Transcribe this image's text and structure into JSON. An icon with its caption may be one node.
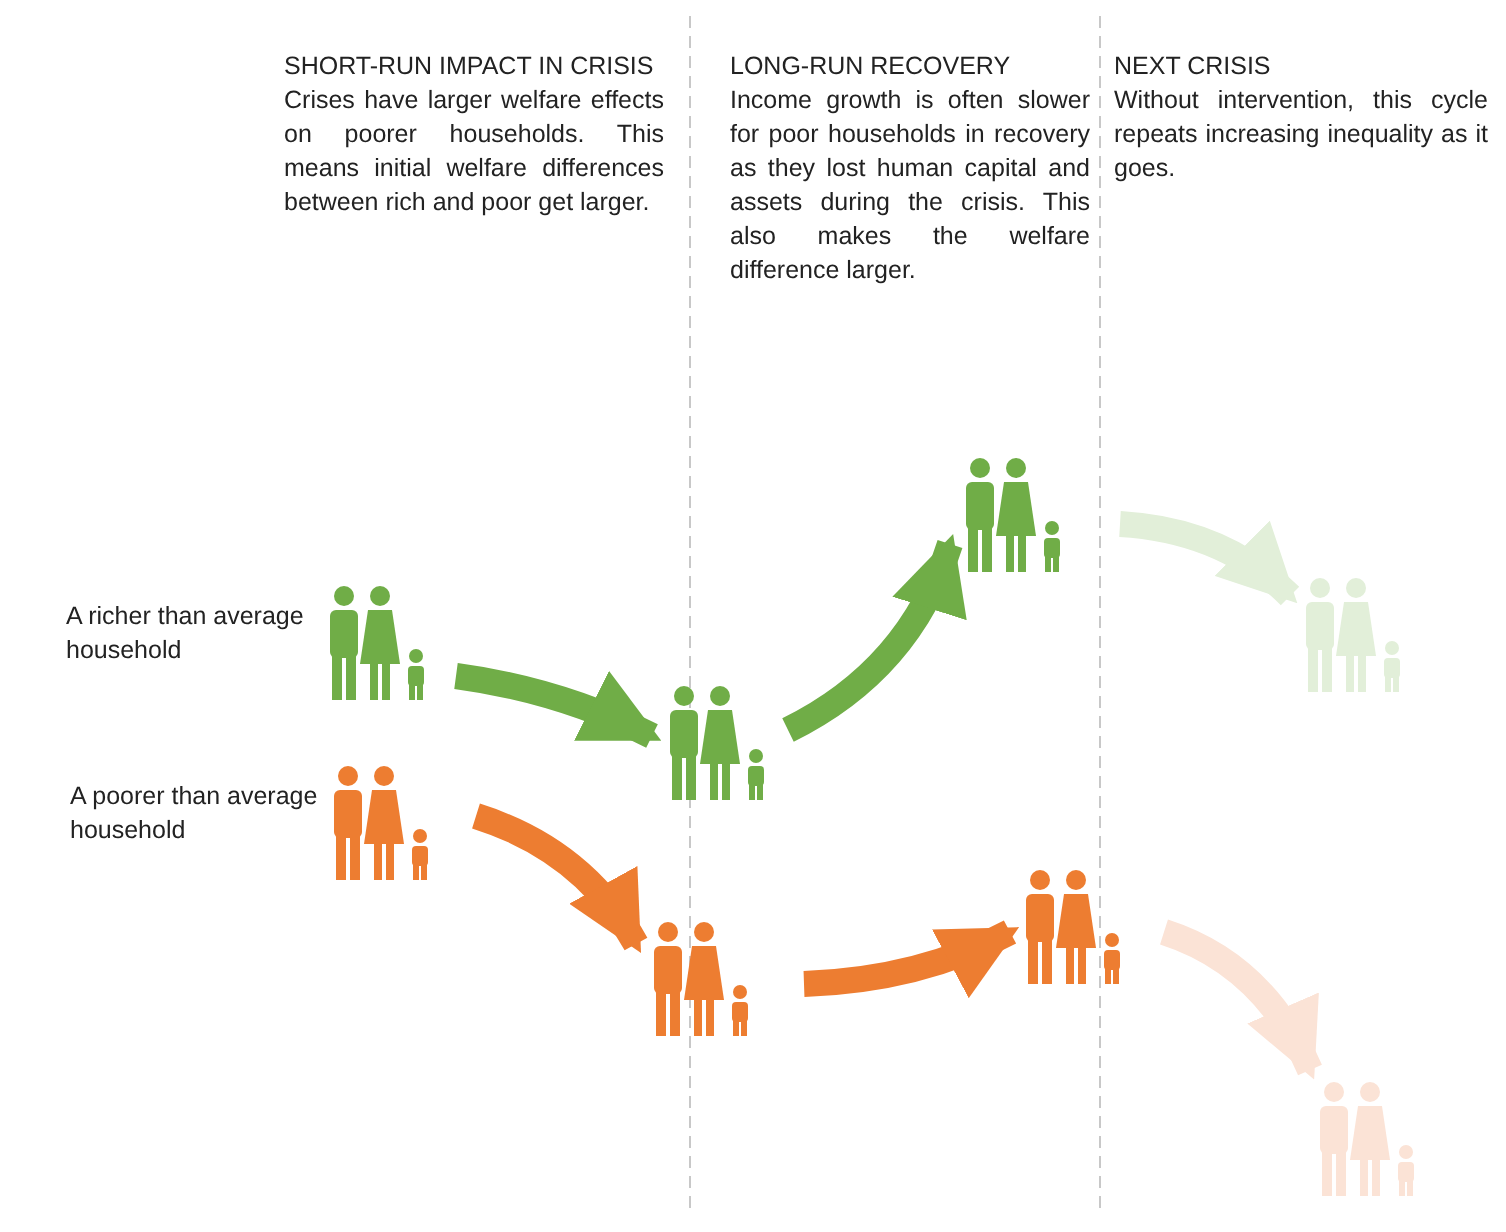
{
  "diagram": {
    "nodes": [
      {
        "text": [],
        "shape": "person",
        "beside": [
          "A richer than average household"
        ]
      },
      {
        "text": [],
        "shape": "person",
        "beside": [
          "A poorer than average household"
        ]
      },
      {
        "text": [],
        "shape": "person"
      },
      {
        "text": [],
        "shape": "person"
      },
      {
        "text": [],
        "shape": "person"
      },
      {
        "text": [],
        "shape": "person"
      },
      {
        "text": [],
        "shape": "person"
      },
      {
        "text": [],
        "shape": "person"
      }
    ],
    "edges": [
      {
        "from": 0,
        "to": 2,
        "arrow": "to",
        "color": "#70ad47"
      },
      {
        "from": 2,
        "to": 4,
        "arrow": "to",
        "color": "#70ad47"
      },
      {
        "from": 4,
        "to": 6,
        "arrow": "to",
        "color": "#e2efd9"
      },
      {
        "from": 1,
        "to": 3,
        "arrow": "to",
        "color": "#ed7d31"
      },
      {
        "from": 3,
        "to": 5,
        "arrow": "to",
        "color": "#ed7d31"
      },
      {
        "from": 5,
        "to": 7,
        "arrow": "to",
        "color": "#fbe3d6"
      }
    ],
    "labels": [
      "SHORT-RUN IMPACT IN CRISIS",
      "Crises have larger welfare effects on poorer households. This means initial welfare differences between rich and poor get larger.",
      "LONG-RUN RECOVERY",
      "Income growth is often slower for poor households in recovery as they lost human capital and assets during the crisis. This also makes the welfare difference larger.",
      "NEXT CRISIS",
      "Without intervention, this cycle repeats increasing inequality as it goes."
    ]
  }
}
